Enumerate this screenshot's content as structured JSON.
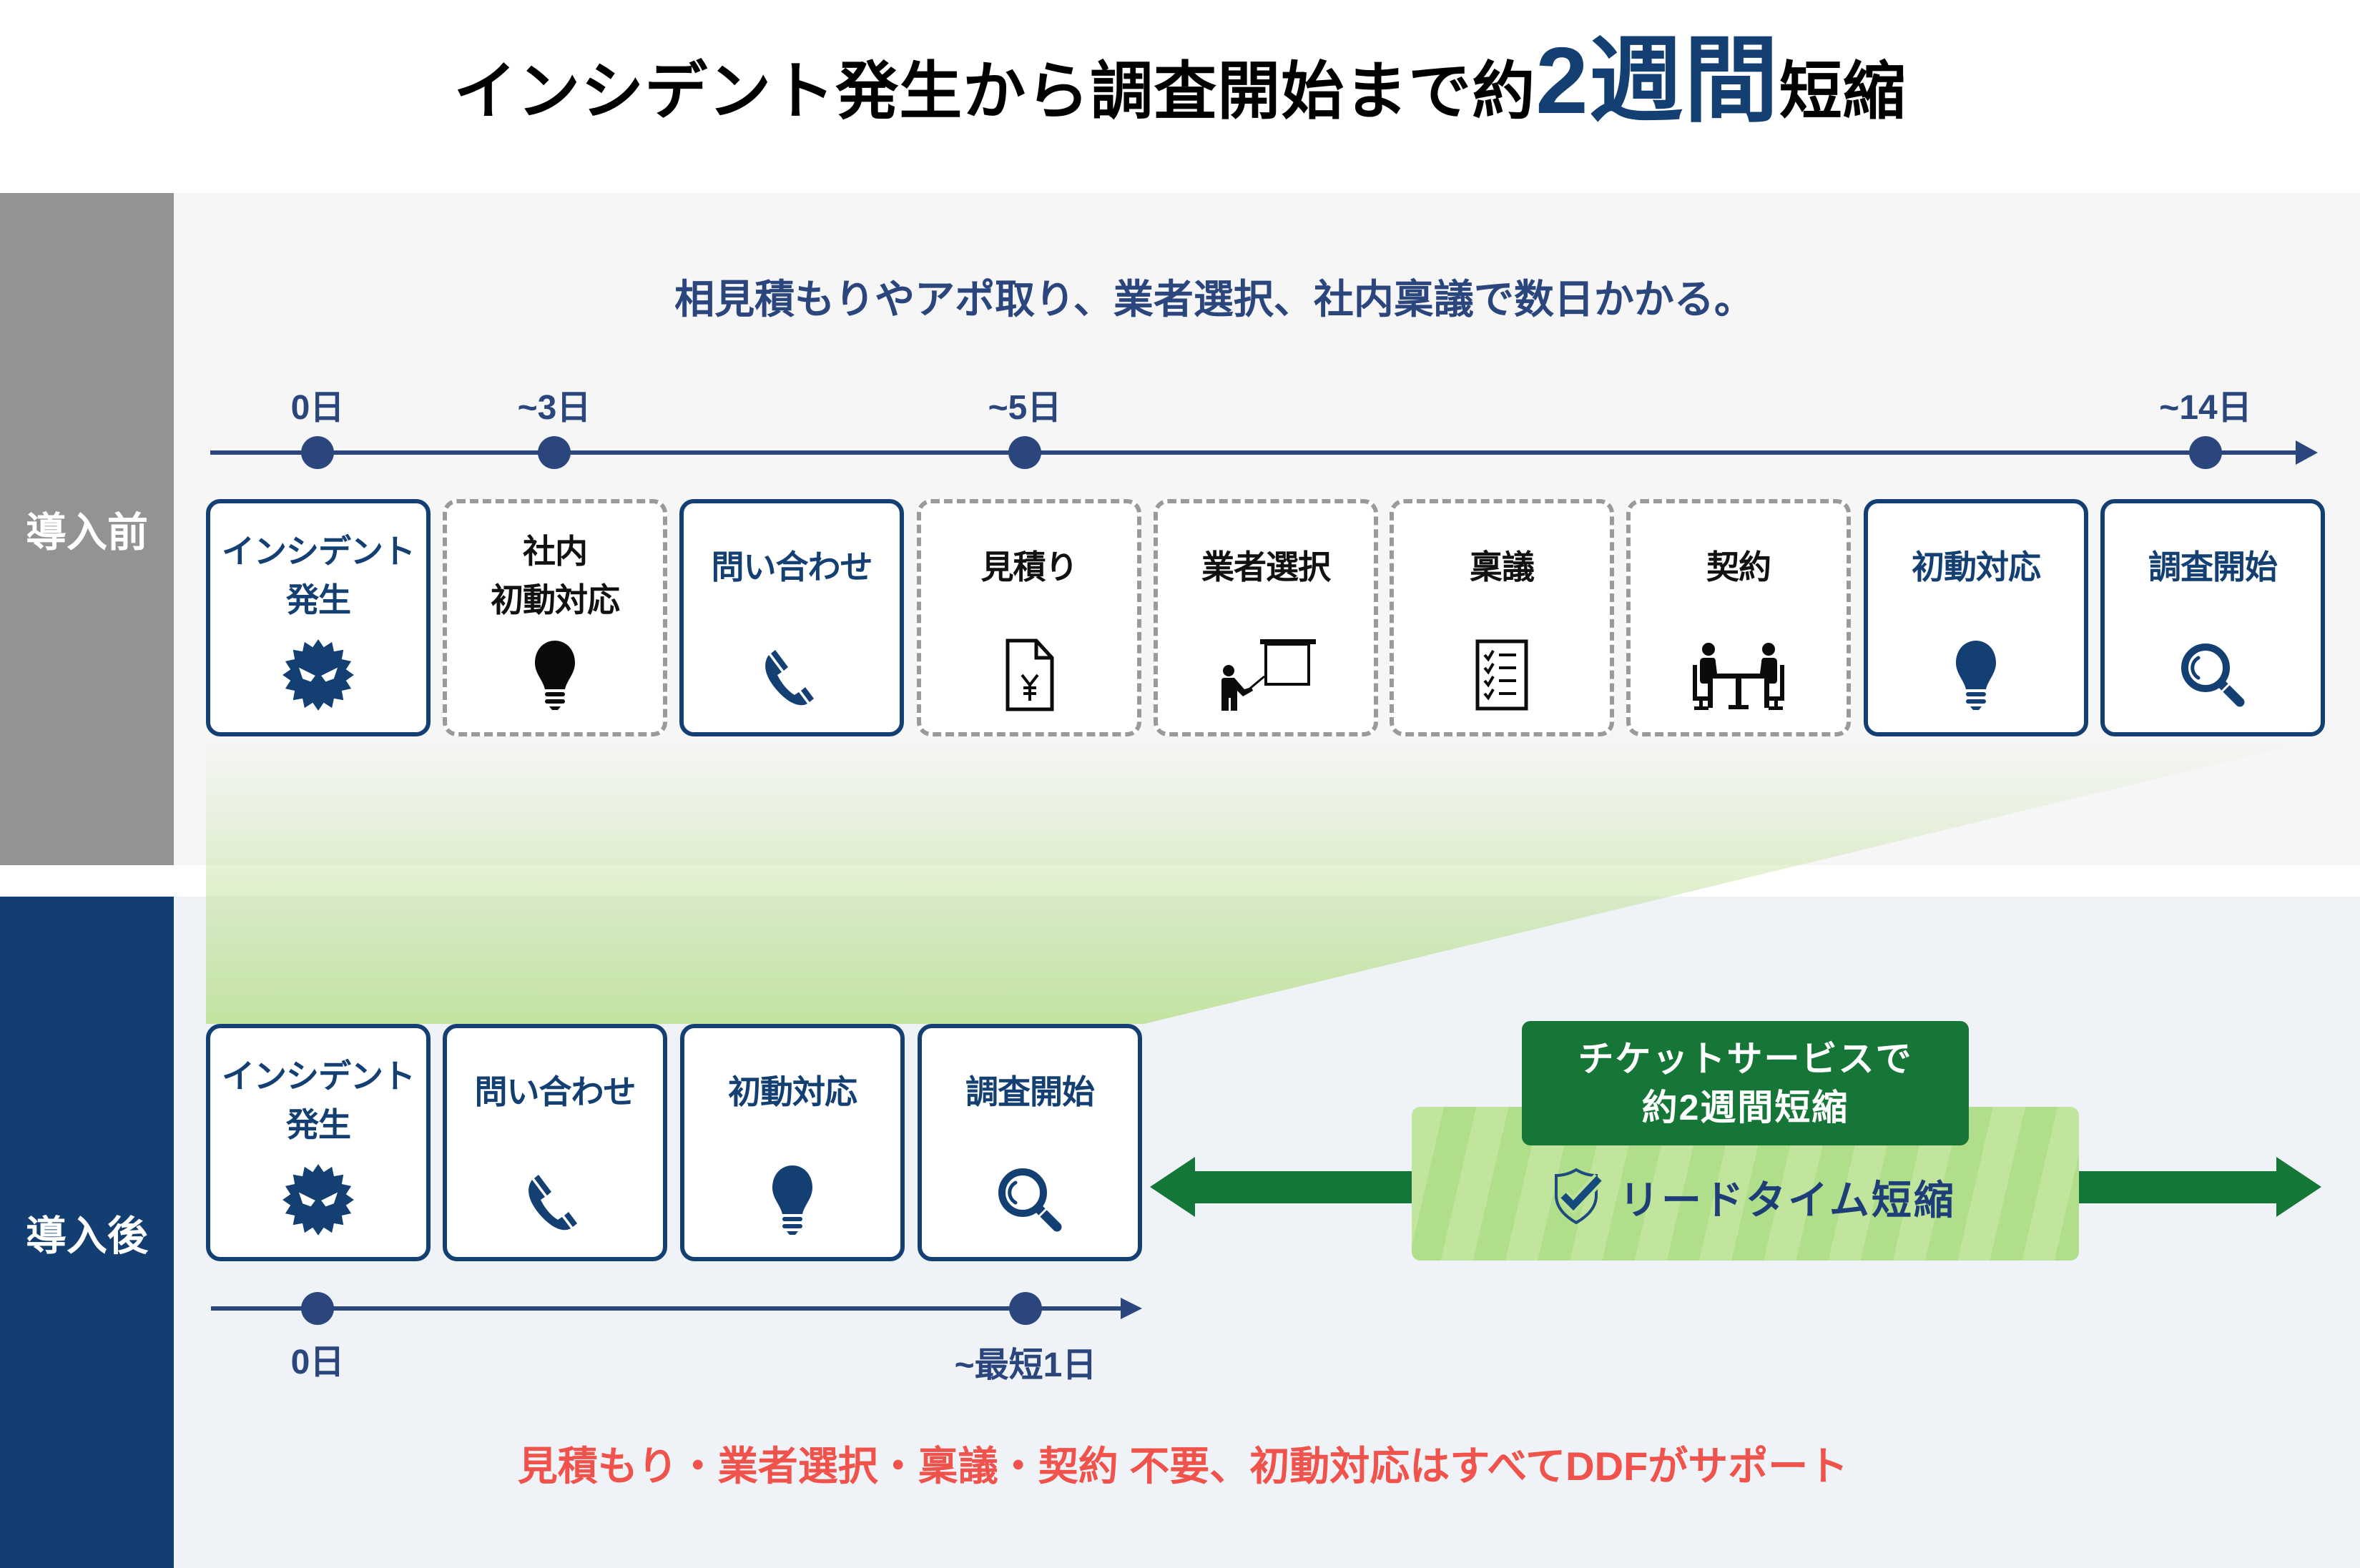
{
  "title": {
    "prefix": "インシデント発生から調査開始まで約",
    "highlight": "2週間",
    "suffix": "短縮"
  },
  "before": {
    "section_label": "導入前",
    "note": "相見積もりやアポ取り、業者選択、社内稟議で数日かかる。",
    "timeline": [
      {
        "label": "0日"
      },
      {
        "label": "~3日"
      },
      {
        "label": "~5日"
      },
      {
        "label": "~14日"
      }
    ],
    "steps": [
      {
        "label": "インシデント\n発生",
        "icon": "virus-icon",
        "retained": true
      },
      {
        "label": "社内\n初動対応",
        "icon": "lightbulb-icon",
        "retained": false
      },
      {
        "label": "問い合わせ",
        "icon": "phone-icon",
        "retained": true
      },
      {
        "label": "見積り",
        "icon": "yen-document-icon",
        "retained": false
      },
      {
        "label": "業者選択",
        "icon": "presentation-icon",
        "retained": false
      },
      {
        "label": "稟議",
        "icon": "checklist-icon",
        "retained": false
      },
      {
        "label": "契約",
        "icon": "meeting-icon",
        "retained": false
      },
      {
        "label": "初動対応",
        "icon": "lightbulb-icon",
        "retained": true
      },
      {
        "label": "調査開始",
        "icon": "magnifier-icon",
        "retained": true
      }
    ]
  },
  "after": {
    "section_label": "導入後",
    "steps": [
      {
        "label": "インシデント\n発生",
        "icon": "virus-icon"
      },
      {
        "label": "問い合わせ",
        "icon": "phone-icon"
      },
      {
        "label": "初動対応",
        "icon": "lightbulb-icon"
      },
      {
        "label": "調査開始",
        "icon": "magnifier-icon"
      }
    ],
    "timeline": [
      {
        "label": "0日"
      },
      {
        "label": "~最短1日"
      }
    ],
    "badge": {
      "line1": "チケットサービスで",
      "line2": "約2週間短縮"
    },
    "lead_time": {
      "label": "リードタイム短縮",
      "icon": "shield-check-icon"
    },
    "footnote": "見積もり・業者選択・稟議・契約 不要、初動対応はすべてDDFがサポート"
  },
  "colors": {
    "navy": "#133f73",
    "timeline": "#2b467c",
    "before_column": "#939393",
    "after_column": "#133e72",
    "green_arrow": "#147738",
    "badge_green": "#157637",
    "stripe_light": "#c2e59e",
    "stripe_dark": "#b1de8b",
    "footnote_red": "#f0534c",
    "dashed_border": "#9a9a9a"
  }
}
